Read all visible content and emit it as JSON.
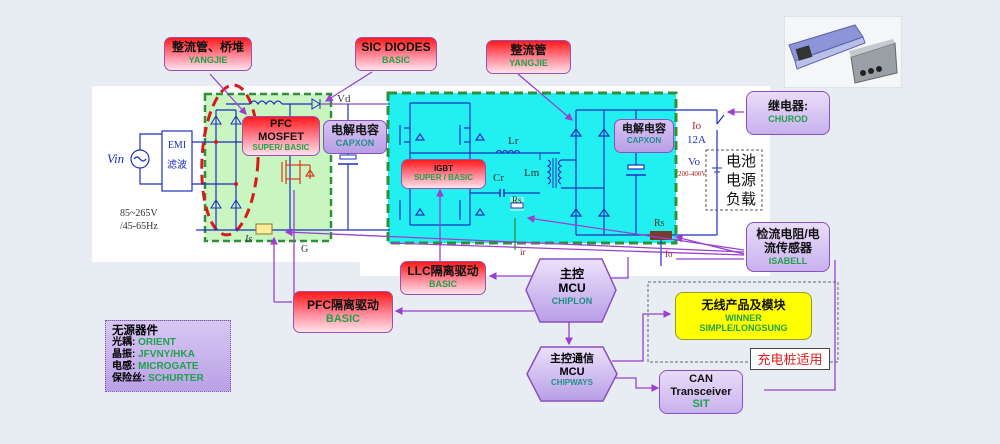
{
  "diagram": {
    "title": "EV charger / battery power supply block diagram",
    "callouts": {
      "rectifier_bridge": {
        "title": "整流管、桥堆",
        "vendor": "YANGJIE"
      },
      "sic_diodes": {
        "title": "SIC DIODES",
        "vendor": "BASIC"
      },
      "rectifier": {
        "title": "整流管",
        "vendor": "YANGJIE"
      },
      "pfc_mosfet": {
        "title_line1": "PFC",
        "title_line2": "MOSFET",
        "vendor": "SUPER/ BASIC"
      },
      "pfc_capacitor": {
        "title": "电解电容",
        "vendor": "CAPXON"
      },
      "igbt": {
        "title": "IGBT",
        "vendor": "SUPER / BASIC"
      },
      "output_capacitor": {
        "title": "电解电容",
        "vendor": "CAPXON"
      },
      "relay": {
        "title": "继电器:",
        "vendor": "CHUROD"
      },
      "current_sensor": {
        "title_line1": "检流电阻/电",
        "title_line2": "流传感器",
        "vendor": "ISABELL"
      },
      "llc_driver": {
        "title": "LLC隔离驱动",
        "vendor": "BASIC"
      },
      "pfc_driver": {
        "title": "PFC隔离驱动",
        "vendor": "BASIC"
      },
      "main_mcu": {
        "title_line1": "主控",
        "title_line2": "MCU",
        "vendor": "CHIPLON"
      },
      "comm_mcu": {
        "title_line1": "主控通信",
        "title_line2": "MCU",
        "vendor": "CHIPWAYS"
      },
      "wireless": {
        "title": "无线产品及模块",
        "vendor_line1": "WINNER",
        "vendor_line2": "SIMPLE/LONGSUNG"
      },
      "can": {
        "title_line1": "CAN",
        "title_line2": "Transceiver",
        "vendor": "SIT"
      }
    },
    "charge_tag": "充电桩适用",
    "passive_components": {
      "title": "无源器件",
      "items": [
        {
          "label": "光耦:",
          "vendor": "ORIENT"
        },
        {
          "label": "晶振:",
          "vendor": "JFVNY/HKA"
        },
        {
          "label": "电感:",
          "vendor": "MICROGATE"
        },
        {
          "label": "保险丝:",
          "vendor": "SCHURTER"
        }
      ]
    },
    "circuit_labels": {
      "vin": "Vin",
      "emi_line1": "EMI",
      "emi_line2": "滤波",
      "input_range_line1": "85~265V",
      "input_range_line2": "/45-65Hz",
      "vd": "Vd",
      "is": "Is",
      "g": "G",
      "lr": "Lr",
      "lm": "Lm",
      "cr": "Cr",
      "rs_primary": "Rs",
      "ir": "ir",
      "rs_out": "Rs",
      "io_small": "Io",
      "io": "Io",
      "io_value": "12A",
      "vo": "Vo",
      "vo_range": "200-400V",
      "battery_line1": "电池",
      "battery_line2": "电源",
      "battery_line3": "负载"
    },
    "colors": {
      "pfc_stage_bg": "#c8f5c0",
      "llc_stage_bg": "#22f0f0",
      "stage_border": "#2f8f3a",
      "wire": "#1f2fc0",
      "arrow": "#9b3fd0",
      "red_ellipse": "#d81a1a",
      "vendor_green": "#1fa14b"
    }
  }
}
